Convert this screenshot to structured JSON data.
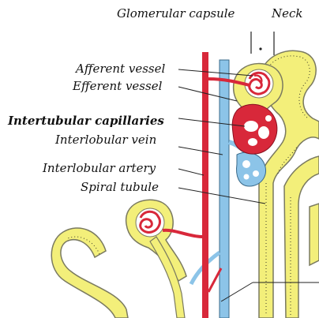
{
  "labels": {
    "glomerular_capsule": "Glomerular capsule",
    "neck": "Neck",
    "afferent_vessel": "Afferent vessel",
    "efferent_vessel": "Efferent vessel",
    "intertubular_capillaries": "Intertubular capillaries",
    "interlobular_vein": "Interlobular vein",
    "interlobular_artery": "Interlobular artery",
    "spiral_tubule": "Spiral tubule"
  },
  "colors": {
    "artery": "#d8283a",
    "vein": "#8cc4e8",
    "tubule_fill": "#f3ef7a",
    "tubule_outline": "#7a7a60",
    "tubule_dots": "#3a3a2a",
    "leader_line": "#222222"
  }
}
